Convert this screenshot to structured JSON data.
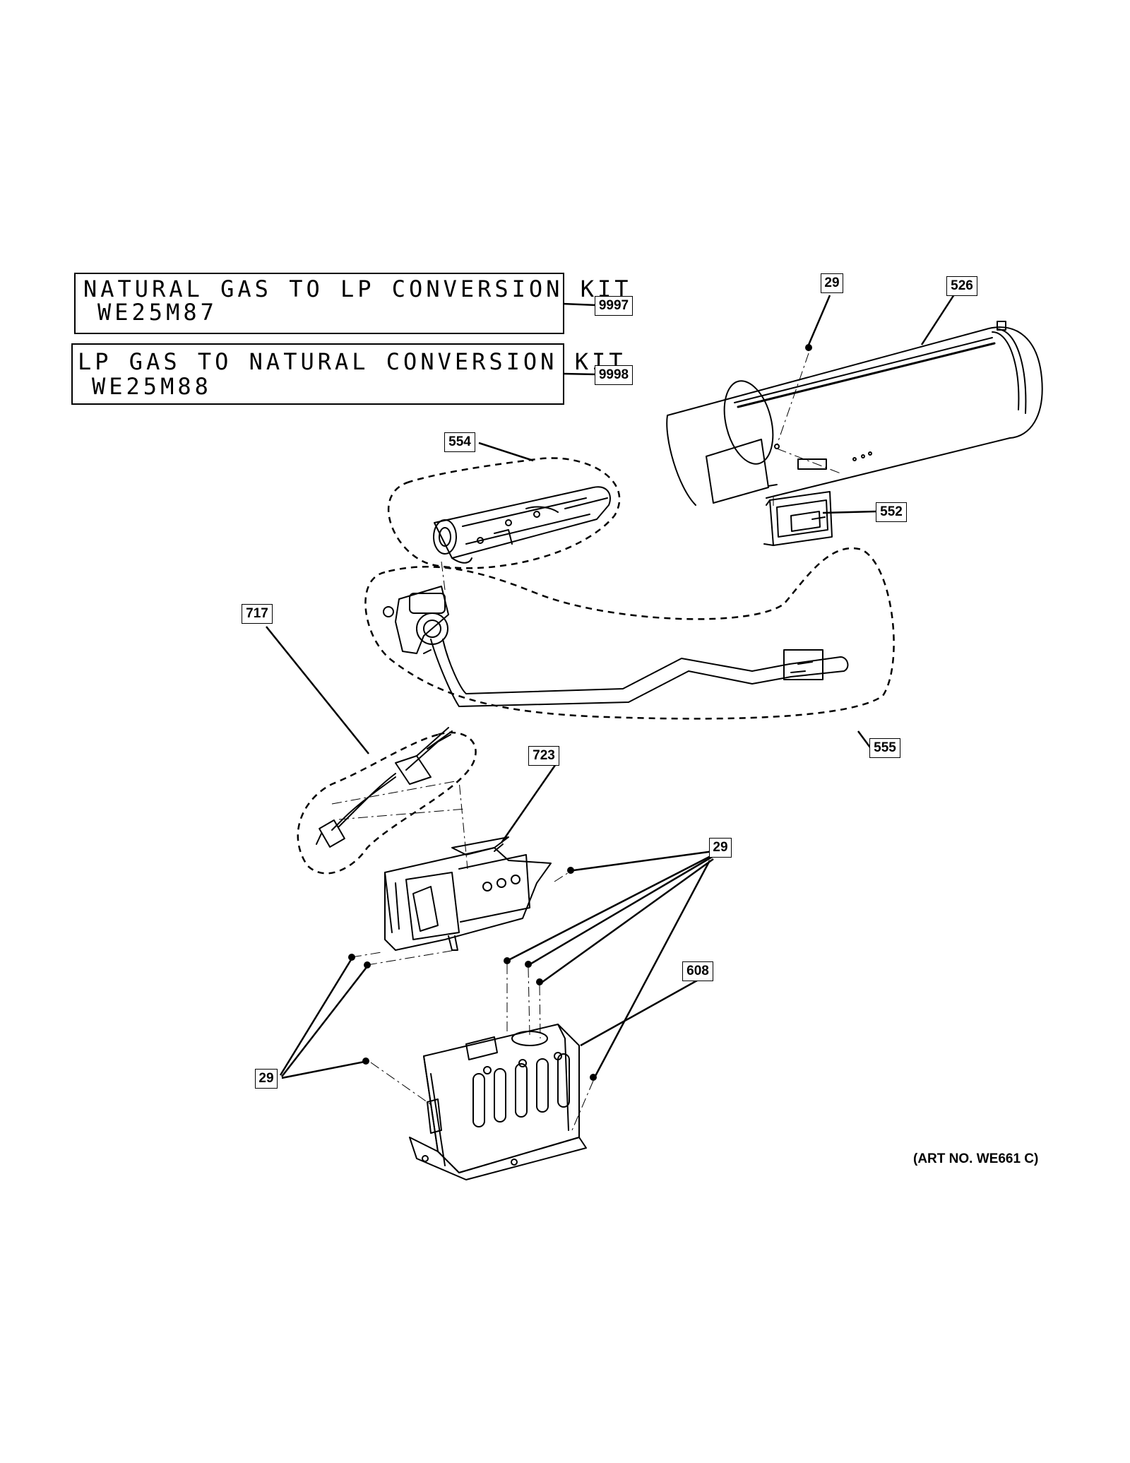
{
  "kits": [
    {
      "line1": "NATURAL GAS TO LP CONVERSION KIT",
      "line2": "WE25M87",
      "callout": "9997"
    },
    {
      "line1": "LP GAS TO NATURAL CONVERSION KIT",
      "line2": "WE25M88",
      "callout": "9998"
    }
  ],
  "callouts": {
    "c29_top": "29",
    "c526": "526",
    "c554": "554",
    "c552": "552",
    "c717": "717",
    "c555": "555",
    "c723": "723",
    "c29_right": "29",
    "c608": "608",
    "c29_left": "29"
  },
  "art_number": "(ART NO. WE661 C)"
}
